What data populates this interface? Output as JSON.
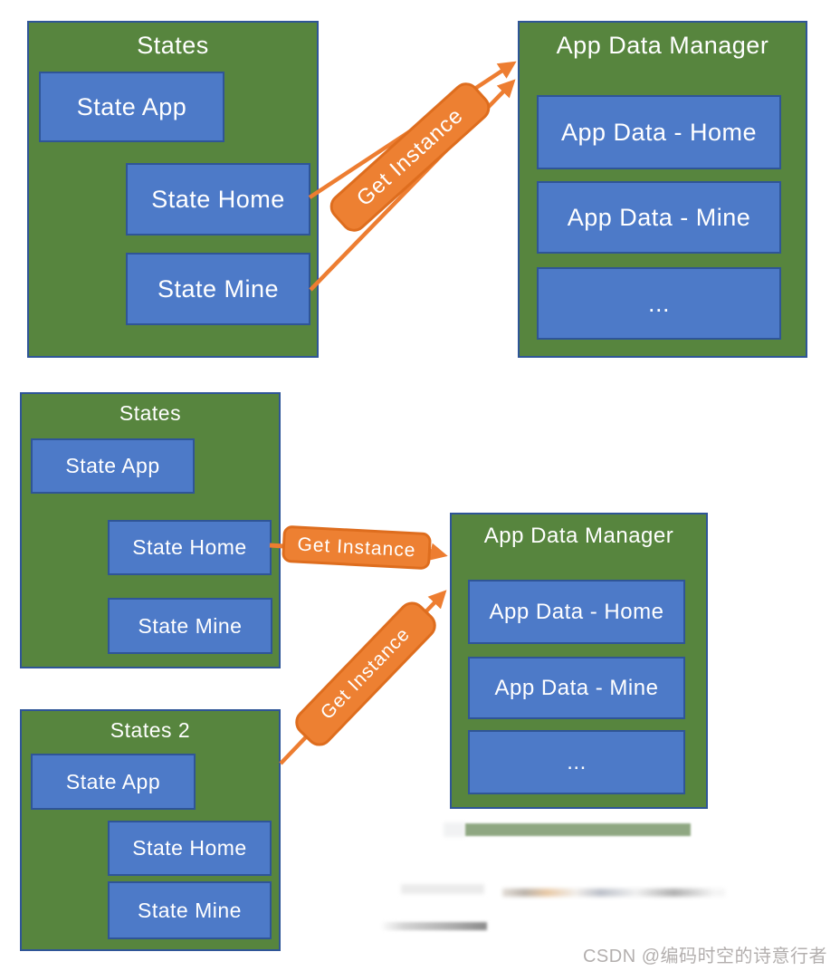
{
  "palette": {
    "green_fill": "#57853E",
    "blue_fill": "#4D7AC8",
    "box_border_blue": "#2F5597",
    "badge_orange_fill": "#ED8032",
    "badge_orange_border": "#DE6D1E",
    "arrow_orange": "#ED7D31",
    "text_white": "#FFFFFF",
    "watermark_gray": "#B3AFAE"
  },
  "diagram_top": {
    "states": {
      "title": "States",
      "items": [
        "State App",
        "State Home",
        "State Mine"
      ]
    },
    "manager": {
      "title": "App Data Manager",
      "items": [
        "App Data - Home",
        "App Data - Mine",
        "..."
      ]
    },
    "badge_label": "Get Instance"
  },
  "diagram_bottom": {
    "states": {
      "title": "States",
      "items": [
        "State App",
        "State Home",
        "State Mine"
      ]
    },
    "states2": {
      "title": "States 2",
      "items": [
        "State App",
        "State Home",
        "State Mine"
      ]
    },
    "manager": {
      "title": "App Data Manager",
      "items": [
        "App Data - Home",
        "App Data - Mine",
        "..."
      ]
    },
    "badge_home_label": "Get Instance",
    "badge_states2_label": "Get Instance"
  },
  "watermark": {
    "text": "CSDN @编码时空的诗意行者"
  }
}
